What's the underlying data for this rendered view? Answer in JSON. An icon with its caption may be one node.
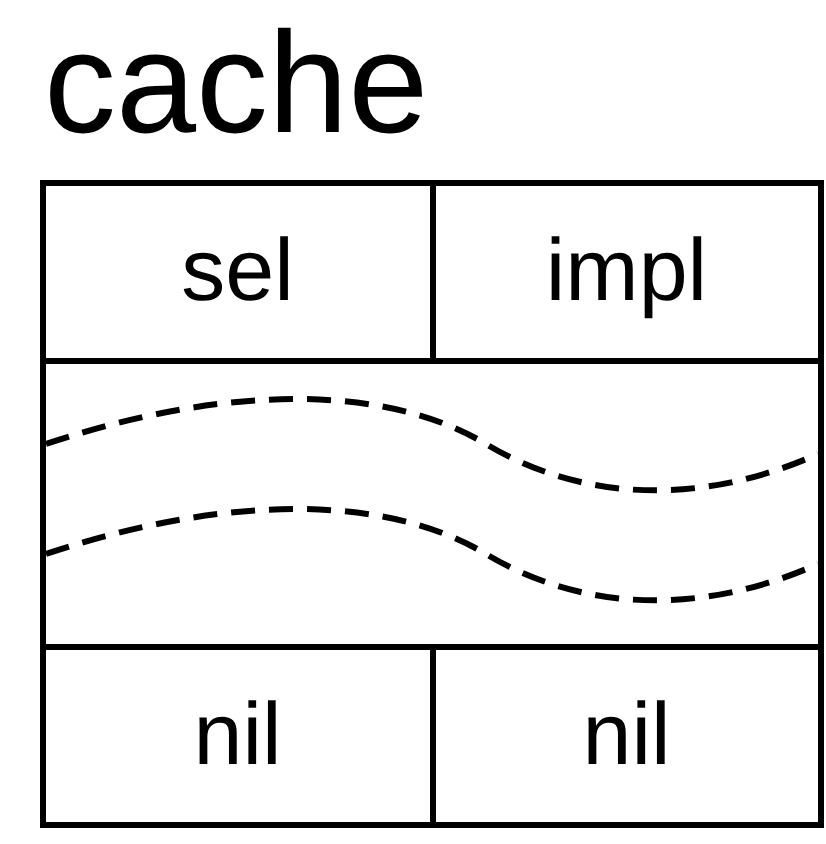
{
  "diagram": {
    "title": "cache",
    "labels": [
      "sel",
      "impl",
      "nil",
      "nil"
    ]
  }
}
